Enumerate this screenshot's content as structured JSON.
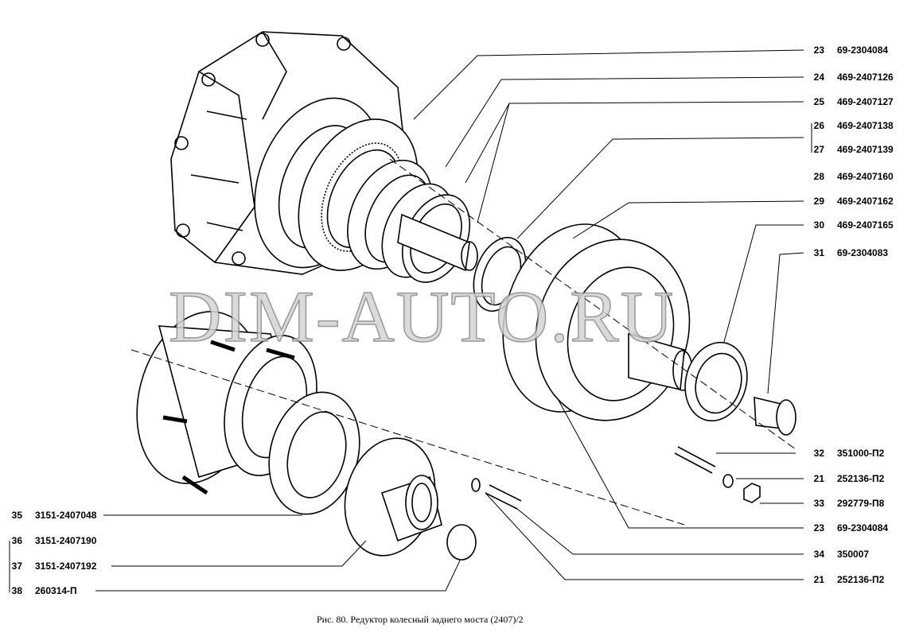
{
  "watermark": "DIM-AUTO.RU",
  "caption": "Рис. 80. Редуктор колесный заднего моста (2407)/2",
  "parts_right": [
    {
      "num": "23",
      "code": "69-2304084"
    },
    {
      "num": "24",
      "code": "469-2407126"
    },
    {
      "num": "25",
      "code": "469-2407127"
    },
    {
      "num": "26",
      "code": "469-2407138"
    },
    {
      "num": "27",
      "code": "469-2407139"
    },
    {
      "num": "28",
      "code": "469-2407160"
    },
    {
      "num": "29",
      "code": "469-2407162"
    },
    {
      "num": "30",
      "code": "469-2407165"
    },
    {
      "num": "31",
      "code": "69-2304083"
    },
    {
      "num": "32",
      "code": "351000-П2"
    },
    {
      "num": "21",
      "code": "252136-П2"
    },
    {
      "num": "33",
      "code": "292779-П8"
    },
    {
      "num": "23",
      "code": "69-2304084"
    },
    {
      "num": "34",
      "code": "350007"
    },
    {
      "num": "21",
      "code": "252136-П2"
    }
  ],
  "parts_left": [
    {
      "num": "35",
      "code": "3151-2407048"
    },
    {
      "num": "36",
      "code": "3151-2407190"
    },
    {
      "num": "37",
      "code": "3151-2407192"
    },
    {
      "num": "38",
      "code": "260314-П"
    }
  ]
}
